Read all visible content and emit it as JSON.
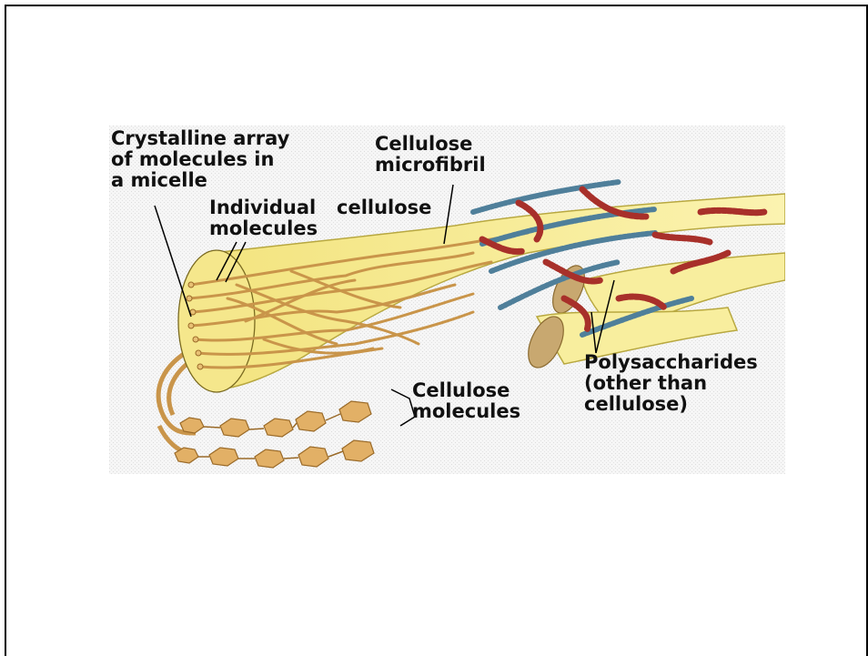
{
  "figure": {
    "labels": {
      "crystalline_array": [
        "Crystalline array",
        "of molecules in",
        "a micelle"
      ],
      "individual_molecules": [
        "Individual",
        "molecules"
      ],
      "cellulose_word": "cellulose",
      "cellulose_microfibril": [
        "Cellulose",
        "microfibril"
      ],
      "cellulose_molecules": [
        "Cellulose",
        "molecules"
      ],
      "polysaccharides": [
        "Polysaccharides",
        "(other than",
        "cellulose)"
      ]
    },
    "colors": {
      "fibril_fill": "#f7ec9a",
      "fibril_stroke": "#b8a840",
      "strand": "#c9954a",
      "ring_hexagon": "#e2b066",
      "polysaccharide_red": "#a8302a",
      "polysaccharide_blue": "#4f7f9a",
      "background_stipple": "#eeeeee"
    }
  }
}
